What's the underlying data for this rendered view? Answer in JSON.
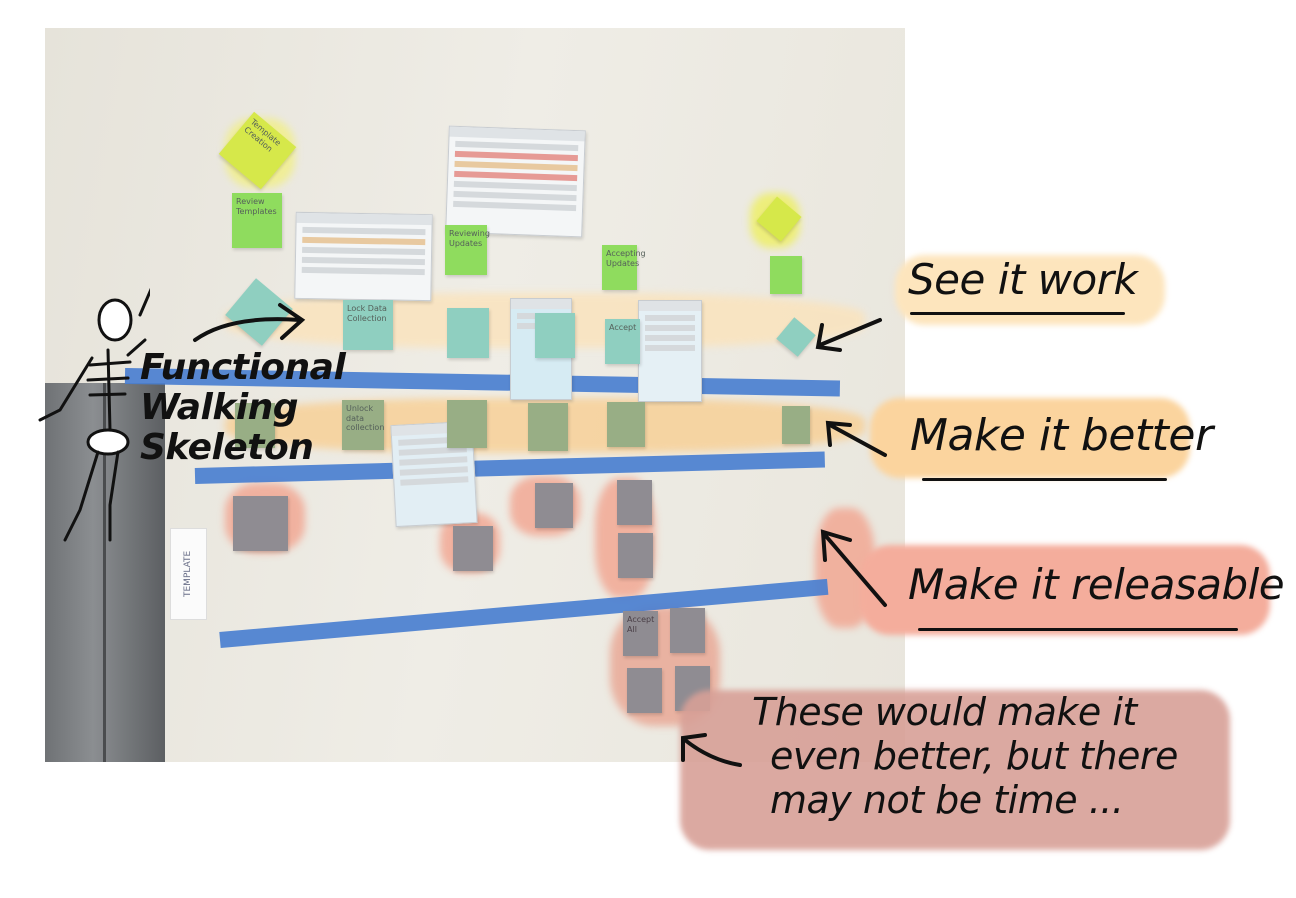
{
  "photo": {
    "notes": {
      "template_creation": "Template Creation",
      "review_templates": "Review Templates",
      "reviewing_updates": "Reviewing Updates",
      "accepting_updates": "Accepting Updates",
      "lock_data_collection": "Lock Data Collection",
      "unlock_data_collection": "Unlock data collection",
      "accept": "Accept",
      "accept_all": "Accept All",
      "template_label": "TEMPLATE"
    }
  },
  "annotations": {
    "skeleton_label": [
      "Functional",
      "Walking",
      "Skeleton"
    ],
    "see_it_work": "See it work",
    "make_it_better": "Make it better",
    "make_it_releasable": "Make it releasable",
    "later_lines": [
      "These would make it",
      "even better, but there",
      "may not be time ..."
    ]
  },
  "colors": {
    "see_it_work_highlight": "#fde5bd",
    "make_it_better_highlight": "#fbd49e",
    "releasable_highlight": "#f4ad9c",
    "later_highlight": "#d8a097",
    "tape": "#4a7fd0"
  }
}
